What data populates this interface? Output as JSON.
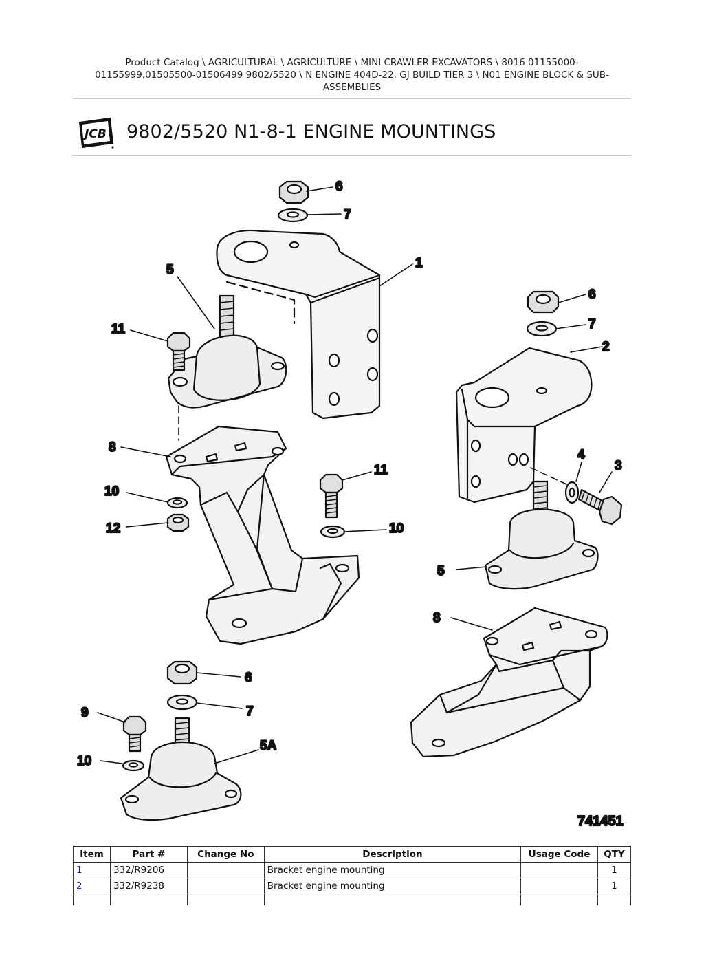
{
  "breadcrumb": {
    "line1": "Product Catalog  \\  AGRICULTURAL  \\  AGRICULTURE  \\  MINI CRAWLER EXCAVATORS  \\  8016 01155000-",
    "line2": "01155999,01505500-01506499 9802/5520  \\  N ENGINE 404D-22, GJ BUILD TIER 3  \\  N01 ENGINE BLOCK & SUB-",
    "line3": "ASSEMBLIES"
  },
  "brand": {
    "logo_text": "JCB"
  },
  "page_title": "9802/5520 N1-8-1 ENGINE MOUNTINGS",
  "diagram": {
    "reference": "741451",
    "callouts": {
      "c6a": "6",
      "c7a": "7",
      "c1": "1",
      "c5a": "5",
      "c11a": "11",
      "c6b": "6",
      "c7b": "7",
      "c2": "2",
      "c8a": "8",
      "c10a": "10",
      "c12": "12",
      "c11b": "11",
      "c10b": "10",
      "c4": "4",
      "c3": "3",
      "c5b": "5",
      "c8b": "8",
      "c6c": "6",
      "c7c": "7",
      "c9": "9",
      "c5A": "5A",
      "c10c": "10"
    }
  },
  "table": {
    "headers": [
      "Item",
      "Part #",
      "Change No",
      "Description",
      "Usage Code",
      "QTY"
    ],
    "rows": [
      [
        "1",
        "332/R9206",
        "",
        "Bracket engine mounting",
        "",
        "1"
      ],
      [
        "2",
        "332/R9238",
        "",
        "Bracket engine mounting",
        "",
        "1"
      ]
    ]
  }
}
